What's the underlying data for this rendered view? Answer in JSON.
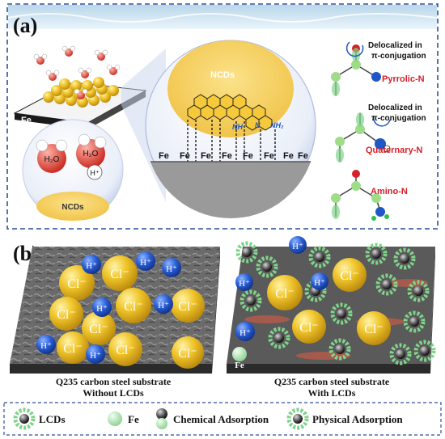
{
  "panel_a": {
    "label": "(a)",
    "fe_label": "Fe",
    "ncds_label": "NCDs",
    "small_ncds_label": "NCDs",
    "h2o_1": "H₂O",
    "h2o_2": "H₂O",
    "h_plus": "H⁺",
    "fe_row": [
      "Fe",
      "Fe",
      "Fe",
      "Fe",
      "Fe",
      "Fe",
      "Fe",
      "Fe"
    ],
    "nh_label": "NH",
    "n_label": "N",
    "nh2_label": "NH₂",
    "deloc_1": [
      "Delocalized in",
      "π-conjugation"
    ],
    "deloc_2": [
      "Delocalized in",
      "π-conjugation"
    ],
    "pyrrolic": "Pyrrolic-N",
    "quaternary": "Quaternary-N",
    "amino": "Amino-N"
  },
  "panel_b": {
    "label": "(b)",
    "substrate_left": "Q235 carbon steel substrate",
    "caption_left": "Without LCDs",
    "substrate_right": "Q235 carbon steel substrate",
    "caption_right": "With LCDs",
    "cl": "Cl⁻",
    "hplus": "H⁺",
    "fe": "Fe"
  },
  "legend": {
    "lcds": "LCDs",
    "fe": "Fe",
    "chemical": "Chemical Adsorption",
    "physical": "Physical Adsorption"
  },
  "colors": {
    "frame_border": "#2f4e9a",
    "label_red": "#d61f26",
    "cl_gold": "#e0b21c",
    "hplus_blue": "#1f57c9",
    "lcd_green": "#7fd38a",
    "ncd_yellow": "#f2cc55"
  }
}
